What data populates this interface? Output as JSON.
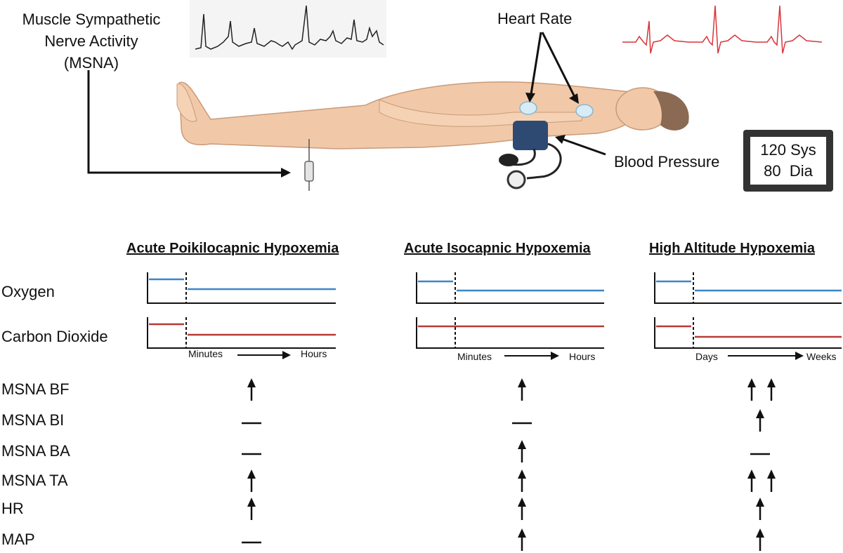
{
  "top": {
    "msna_label_lines": [
      "Muscle Sympathetic",
      "Nerve Activity",
      "(MSNA)"
    ],
    "heart_rate_label": "Heart Rate",
    "blood_pressure_label": "Blood Pressure",
    "monitor": {
      "line1": "120 Sys",
      "line2": "80  Dia"
    }
  },
  "conditions": [
    {
      "title": "Acute Poikilocapnic Hypoxemia",
      "time_start": "Minutes",
      "time_end": "Hours",
      "oxygen": "decrease",
      "co2": "decrease"
    },
    {
      "title": "Acute Isocapnic Hypoxemia",
      "time_start": "Minutes",
      "time_end": "Hours",
      "oxygen": "decrease",
      "co2": "unchanged"
    },
    {
      "title": "High Altitude Hypoxemia",
      "time_start": "Days",
      "time_end": "Weeks",
      "oxygen": "decrease",
      "co2": "decrease"
    }
  ],
  "gas_rows": [
    "Oxygen",
    "Carbon Dioxide"
  ],
  "outcome_rows": [
    {
      "label": "MSNA BF",
      "values": [
        "up",
        "up",
        "up-up"
      ]
    },
    {
      "label": "MSNA BI",
      "values": [
        "none",
        "none",
        "up"
      ]
    },
    {
      "label": "MSNA BA",
      "values": [
        "none",
        "up",
        "none"
      ]
    },
    {
      "label": "MSNA TA",
      "values": [
        "up",
        "up",
        "up-up"
      ]
    },
    {
      "label": "HR",
      "values": [
        "up",
        "up",
        "up"
      ]
    },
    {
      "label": "MAP",
      "values": [
        "none",
        "up",
        "up"
      ]
    }
  ],
  "colors": {
    "oxygen_line": "#3a86c8",
    "co2_line": "#b83a36",
    "ecg": "#d9343a",
    "cuff": "#2e4a73"
  }
}
